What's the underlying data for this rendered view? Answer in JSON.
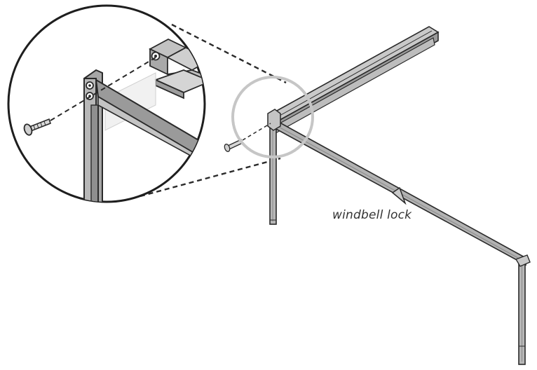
{
  "annotation": {
    "text": "windbell lock"
  },
  "colors": {
    "line": "#2a2a2a",
    "frame_fill": "#b4b4b4",
    "frame_dark": "#8d8d8d",
    "highlight_circle": "#c8c8c8",
    "screw_fill": "#d6d6d6"
  },
  "parts": {
    "callout": "zoom-callout",
    "frame": "frame",
    "fasteners": [
      "screw"
    ],
    "windbell_lock": "windbell-lock"
  }
}
